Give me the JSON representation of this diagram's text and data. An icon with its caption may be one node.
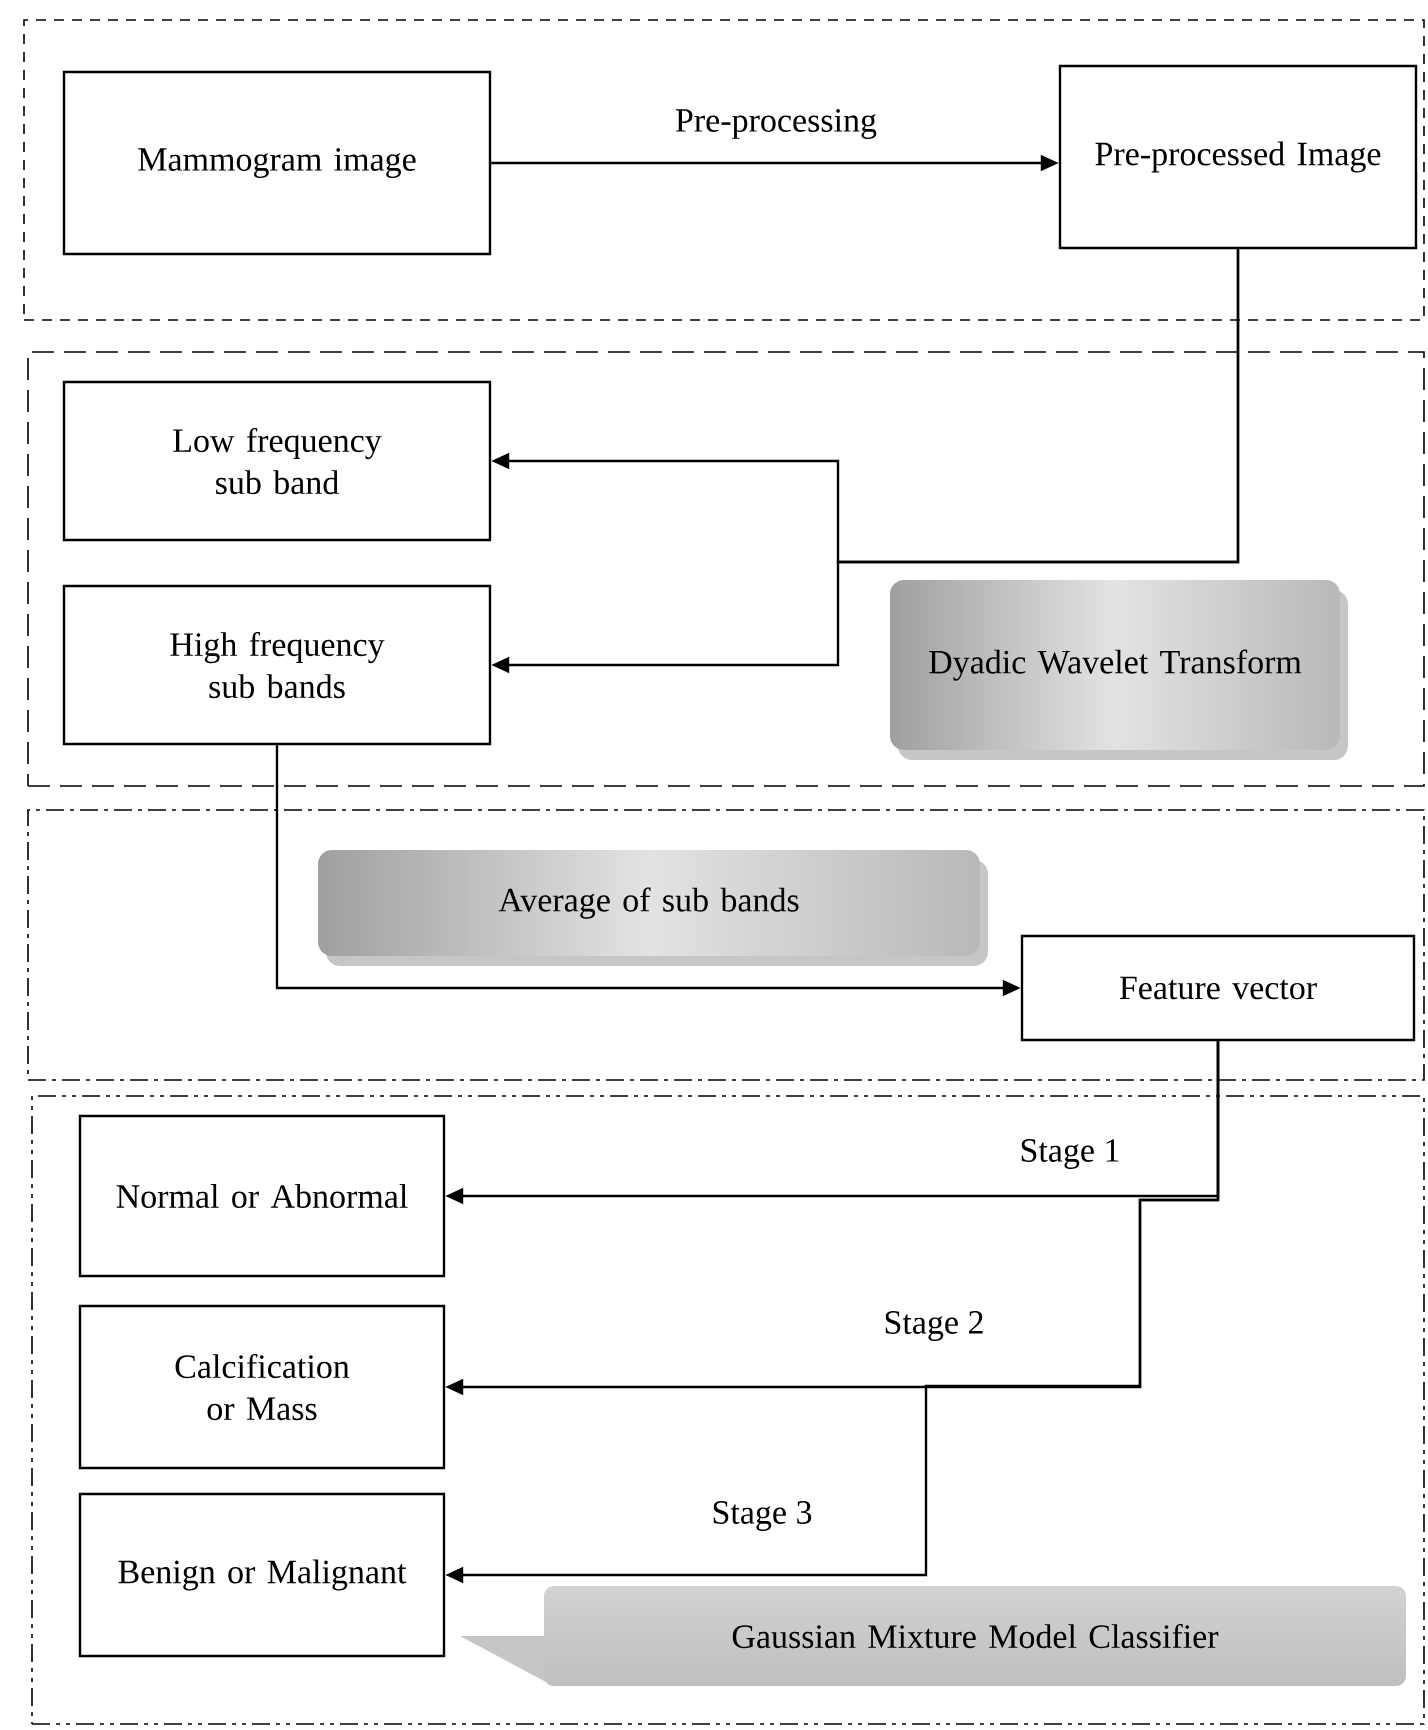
{
  "diagram": {
    "nodes": [
      {
        "text": [],
        "shape": "box"
      },
      {
        "text": [
          "Mammogram image"
        ],
        "in": 0
      },
      {
        "text": [
          "Pre-processed Image"
        ],
        "in": 0
      },
      {
        "text": [],
        "shape": "box"
      },
      {
        "text": [
          "Low frequency sub band"
        ],
        "in": 3
      },
      {
        "text": [
          "High frequency sub bands"
        ],
        "in": 3
      },
      {
        "text": [
          "Dyadic Wavelet Transform"
        ],
        "in": 3
      },
      {
        "text": [],
        "shape": "box"
      },
      {
        "text": [
          "Average of sub bands"
        ],
        "in": 7
      },
      {
        "text": [
          "Feature vector"
        ],
        "in": 7
      },
      {
        "text": [],
        "shape": "box"
      },
      {
        "text": [
          "Normal or Abnormal"
        ],
        "in": 10
      },
      {
        "text": [
          "Calcification or Mass"
        ],
        "in": 10
      },
      {
        "text": [
          "Benign or Malignant"
        ],
        "in": 10
      },
      {
        "text": [
          "Gaussian Mixture Model Classifier"
        ],
        "in": 10
      }
    ],
    "edges": [
      {
        "from": 1,
        "to": 2,
        "arrow": "to",
        "label": "Pre-processing"
      },
      {
        "from": 2,
        "to": 4,
        "arrow": "to"
      },
      {
        "from": 2,
        "to": 5,
        "arrow": "to"
      },
      {
        "from": 5,
        "to": 9,
        "arrow": "to"
      },
      {
        "from": 9,
        "to": 11,
        "arrow": "to",
        "label": "Stage 1"
      },
      {
        "from": 9,
        "to": 12,
        "arrow": "to",
        "label": "Stage 2"
      },
      {
        "from": 9,
        "to": 13,
        "arrow": "to",
        "label": "Stage 3"
      }
    ]
  }
}
